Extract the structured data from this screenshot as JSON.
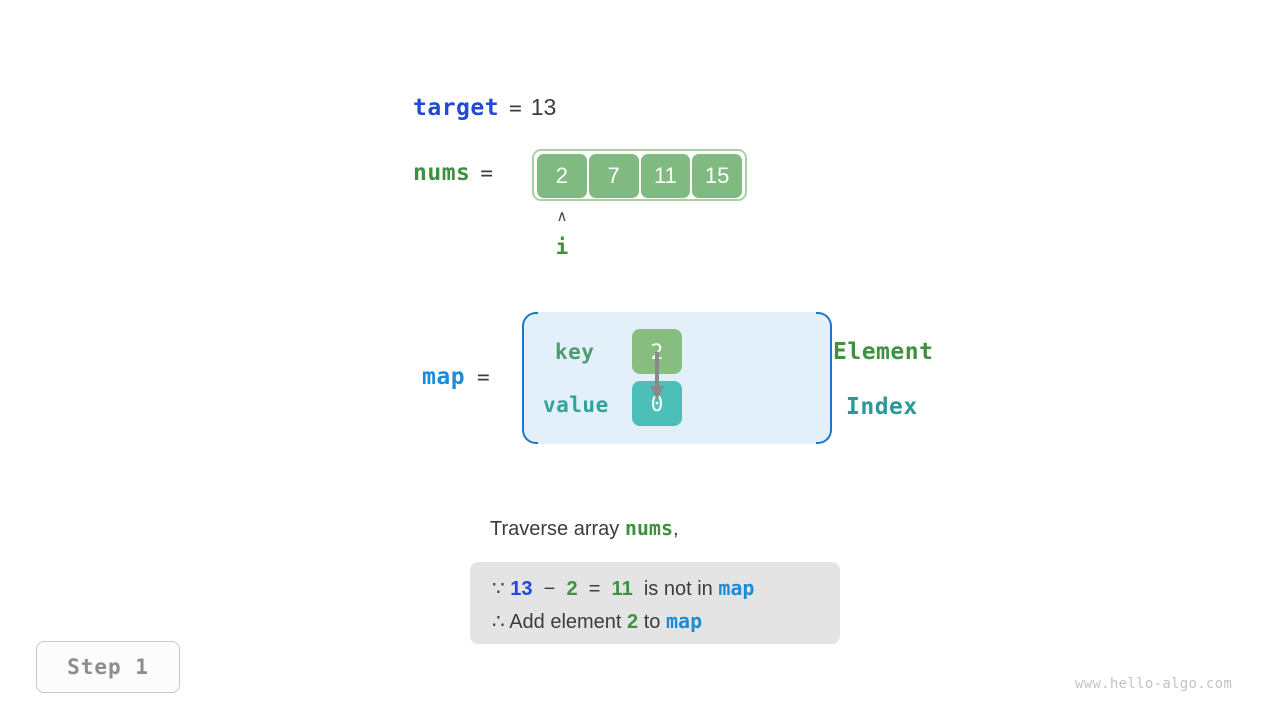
{
  "target": {
    "name": "target",
    "equals": "=",
    "value": "13"
  },
  "nums": {
    "name": "nums",
    "equals": "=",
    "cells": [
      "2",
      "7",
      "11",
      "15"
    ],
    "pointer": {
      "caret": "∧",
      "label": "i",
      "index": 0
    }
  },
  "map": {
    "name": "map",
    "equals": "=",
    "key_label": "key",
    "value_label": "value",
    "key_cell": "2",
    "value_cell": "0",
    "element_label": "Element",
    "index_label": "Index"
  },
  "explanation": {
    "traverse_prefix": "Traverse array ",
    "traverse_var": "nums",
    "traverse_suffix": ",",
    "line1": {
      "because_symbol": "∵",
      "target_value": "13",
      "minus": "−",
      "element_value": "2",
      "equals": "=",
      "result_value": "11",
      "mid_text": "is not in",
      "map_name": "map"
    },
    "line2": {
      "therefore_symbol": "∴",
      "prefix": "Add element",
      "element_value": "2",
      "middle": "to",
      "map_name": "map"
    }
  },
  "step_badge": "Step 1",
  "watermark": "www.hello-algo.com",
  "colors": {
    "blue": "#2049D6",
    "map_blue": "#1E8BD6",
    "green": "#3F9142",
    "cell_green": "#80BA80",
    "teal": "#4BBFB8",
    "map_bg": "#E3EFF9",
    "reason_bg": "#E4E4E4"
  }
}
